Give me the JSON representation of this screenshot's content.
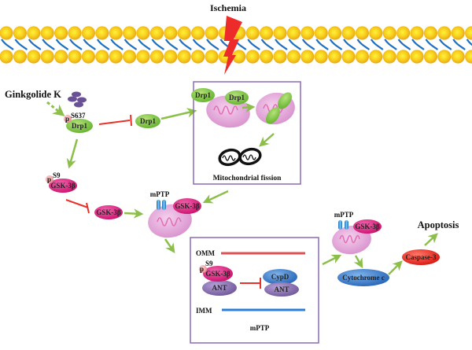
{
  "title": "Ischemia",
  "stimulus": "Ginkgolide K",
  "membrane": {
    "name": "cell-membrane"
  },
  "nodes": {
    "drp1_phospho": {
      "label": "Drp1",
      "site": "S637",
      "p": "p"
    },
    "drp1_active": {
      "label": "Drp1"
    },
    "gsk_phospho": {
      "label": "GSK-3β",
      "site": "S9",
      "p": "p"
    },
    "gsk_active": {
      "label": "GSK-3β"
    },
    "mito_gsk": {
      "label": "GSK-3β",
      "channel": "mPTP"
    },
    "fission_box": {
      "drp1_a": "Drp1",
      "drp1_b": "Drp1",
      "caption": "Mitochondrial fission"
    },
    "mptp_box": {
      "omm": "OMM",
      "imm": "IMM",
      "p": "p",
      "site": "S9",
      "gsk": "GSK-3β",
      "ant_left": "ANT",
      "cypd": "CypD",
      "ant_right": "ANT",
      "caption": "mPTP"
    },
    "mito_right": {
      "label": "GSK-3β",
      "channel": "mPTP"
    },
    "cytochrome": {
      "label": "Cytochrome c"
    },
    "caspase": {
      "label": "Caspase-3"
    },
    "outcome": {
      "label": "Apoptosis"
    }
  },
  "colors": {
    "activation_arrow": "#8cbf4a",
    "inhibition": "#e8312a",
    "drp1": "#7cc443",
    "gsk": "#e2187f",
    "mito": "#e8a6d8",
    "box": "#8a6bb5",
    "omm": "#e05050",
    "imm": "#2b7fd4",
    "cypd": "#3a7ccc",
    "ant": "#7d62a8",
    "cytochrome": "#2f72c4",
    "caspase": "#e4261f",
    "bead": "#f0b419",
    "tail": "#1f6fc0",
    "bolt": "#ee2b2b"
  }
}
